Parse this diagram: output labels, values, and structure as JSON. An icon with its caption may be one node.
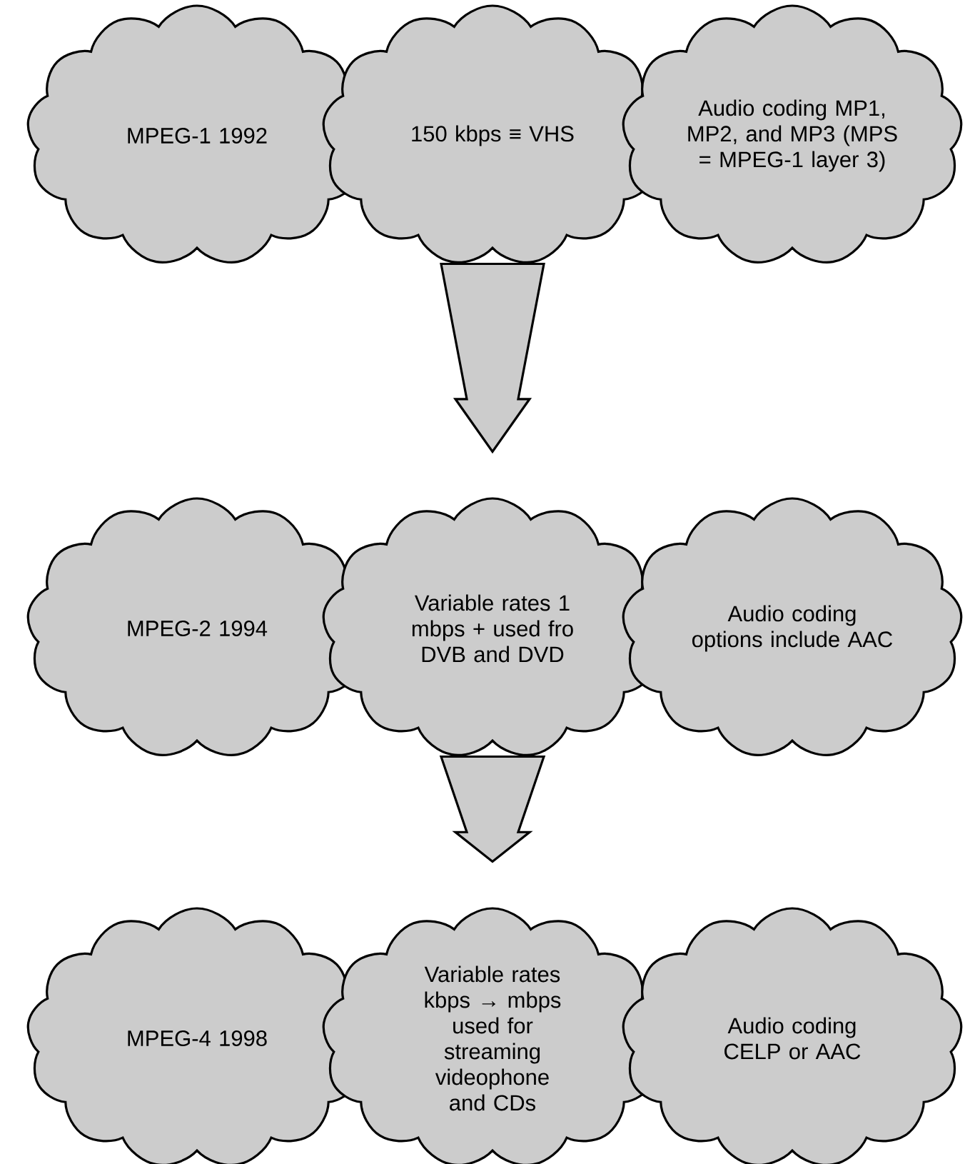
{
  "diagram": {
    "nodes": [
      {
        "text": [
          "MPEG-1 1992"
        ]
      },
      {
        "text": [
          "150 kbps ≡ VHS"
        ]
      },
      {
        "text": [
          "Audio coding MP1, MP2, and MP3 (MPS = MPEG-1 layer 3)"
        ]
      },
      {
        "text": [
          "MPEG-2 1994"
        ]
      },
      {
        "text": [
          "Variable rates 1 mbps + used fro DVB and DVD"
        ]
      },
      {
        "text": [
          "Audio coding options include AAC"
        ]
      },
      {
        "text": [
          "MPEG-4 1998"
        ]
      },
      {
        "text": [
          "Variable rates kbps → mbps used for streaming videophone and CDs"
        ]
      },
      {
        "text": [
          "Audio coding CELP or AAC"
        ]
      }
    ],
    "edges": [
      {
        "from": 1,
        "to": 4,
        "arrow": "to"
      },
      {
        "from": 4,
        "to": 7,
        "arrow": "to"
      }
    ]
  }
}
